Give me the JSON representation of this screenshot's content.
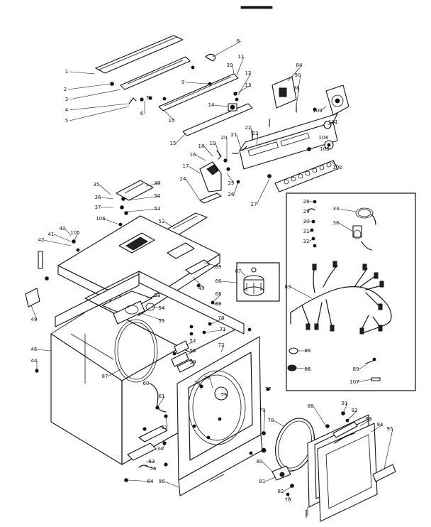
{
  "diagram": {
    "part_labels": [
      "1",
      "2",
      "3",
      "4",
      "5",
      "6",
      "7",
      "8",
      "9",
      "10",
      "11",
      "12",
      "13",
      "14",
      "15",
      "16",
      "17",
      "18",
      "19",
      "20",
      "21",
      "22",
      "23",
      "24",
      "25",
      "26",
      "27",
      "28",
      "29",
      "30",
      "31",
      "32",
      "33",
      "34",
      "35",
      "36",
      "37",
      "38",
      "39",
      "40",
      "41",
      "42",
      "43",
      "44",
      "46",
      "48",
      "49",
      "50",
      "51",
      "52",
      "53",
      "54",
      "55",
      "56",
      "57",
      "58",
      "59",
      "60",
      "61",
      "62",
      "63",
      "64",
      "65",
      "66",
      "67",
      "68",
      "69",
      "70",
      "71",
      "72",
      "73",
      "74",
      "75",
      "76",
      "77",
      "78",
      "79",
      "80",
      "81",
      "82",
      "83",
      "84",
      "85",
      "86",
      "87",
      "88",
      "89",
      "90",
      "91",
      "92",
      "93",
      "94",
      "95",
      "96",
      "98",
      "100",
      "101",
      "102",
      "103",
      "104",
      "105",
      "106",
      "107"
    ]
  }
}
